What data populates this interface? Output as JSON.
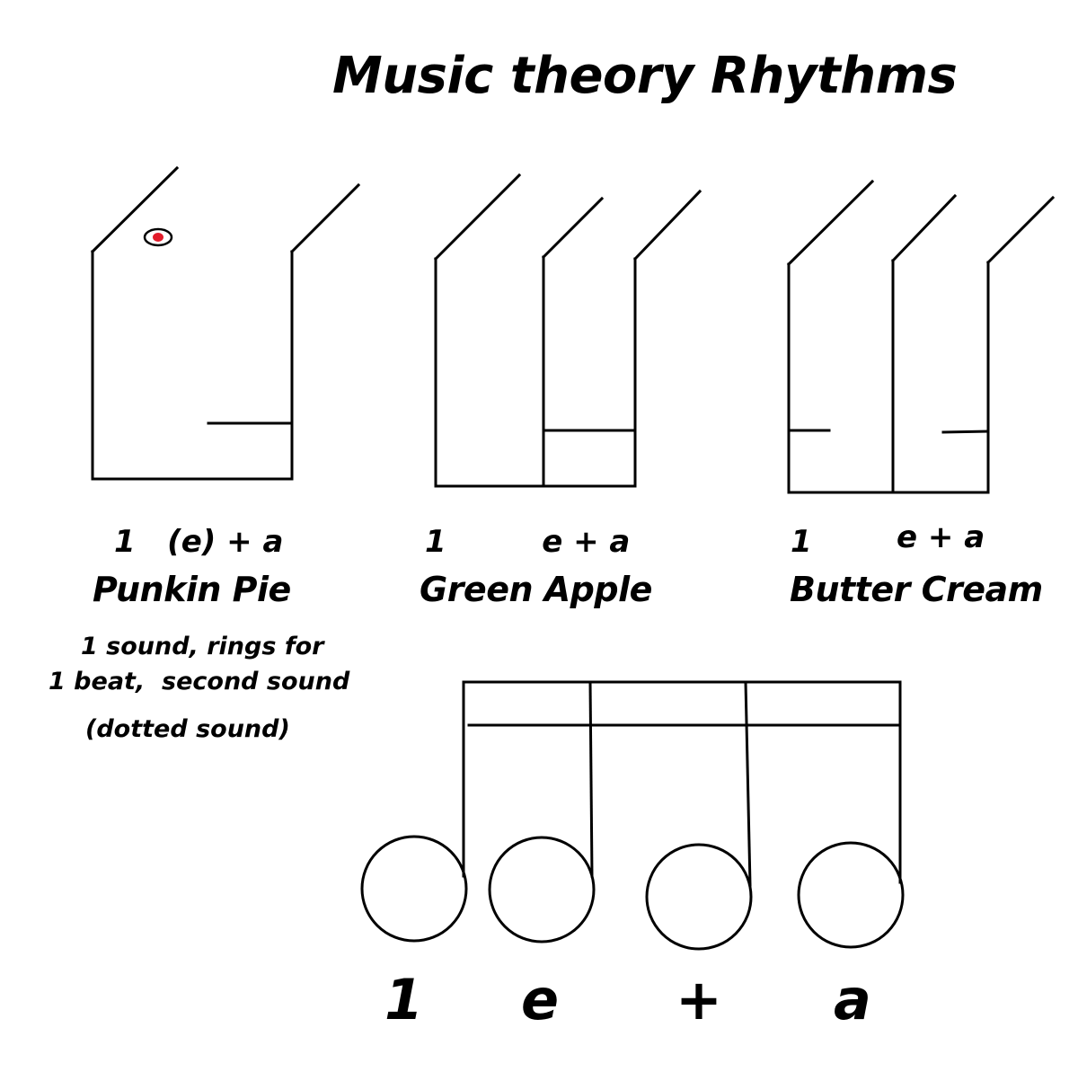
{
  "title": "Music theory Rhythms",
  "rhythms": [
    {
      "count": "1   (e) + a",
      "name": "Punkin Pie"
    },
    {
      "count": "1         e + a",
      "name": "Green Apple"
    },
    {
      "count_one": "1",
      "count_rest": "e + a",
      "name": "Butter Cream"
    }
  ],
  "description": [
    "1 sound, rings for",
    "1 beat,  second sound",
    "(dotted sound)"
  ],
  "sixteenth_counts": [
    "1",
    "e",
    "+",
    "a"
  ],
  "colors": {
    "ink": "#000000",
    "dot": "#e21b2a"
  }
}
